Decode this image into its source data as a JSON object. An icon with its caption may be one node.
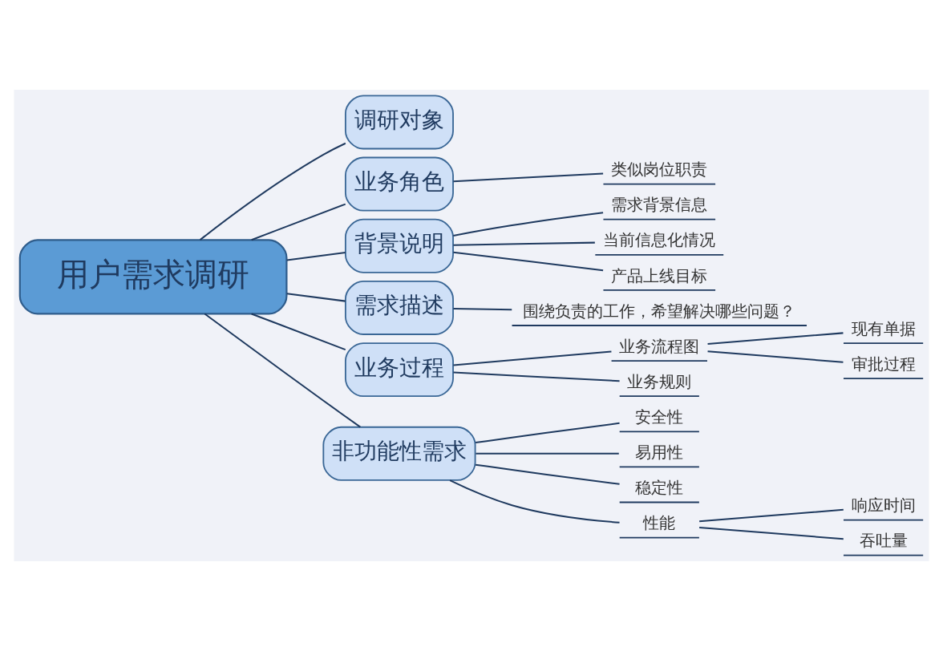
{
  "diagram": {
    "nodes": [
      {
        "text": [
          "用户需求调研"
        ]
      },
      {
        "text": [
          "调研对象"
        ]
      },
      {
        "text": [
          "业务角色"
        ]
      },
      {
        "text": [
          "类似岗位职责"
        ]
      },
      {
        "text": [
          "背景说明"
        ]
      },
      {
        "text": [
          "需求背景信息"
        ]
      },
      {
        "text": [
          "当前信息化情况"
        ]
      },
      {
        "text": [
          "产品上线目标"
        ]
      },
      {
        "text": [
          "需求描述"
        ]
      },
      {
        "text": [
          "围绕负责的工作，希望解决哪些问题？"
        ]
      },
      {
        "text": [
          "业务过程"
        ]
      },
      {
        "text": [
          "业务流程图"
        ]
      },
      {
        "text": [
          "现有单据"
        ]
      },
      {
        "text": [
          "审批过程"
        ]
      },
      {
        "text": [
          "业务规则"
        ]
      },
      {
        "text": [
          "非功能性需求"
        ]
      },
      {
        "text": [
          "安全性"
        ]
      },
      {
        "text": [
          "易用性"
        ]
      },
      {
        "text": [
          "稳定性"
        ]
      },
      {
        "text": [
          "性能"
        ]
      },
      {
        "text": [
          "响应时间"
        ]
      },
      {
        "text": [
          "吞吐量"
        ]
      }
    ],
    "edges": [
      {
        "from": 0,
        "to": 1,
        "arrow": "none"
      },
      {
        "from": 0,
        "to": 2,
        "arrow": "none"
      },
      {
        "from": 2,
        "to": 3,
        "arrow": "none"
      },
      {
        "from": 0,
        "to": 4,
        "arrow": "none"
      },
      {
        "from": 4,
        "to": 5,
        "arrow": "none"
      },
      {
        "from": 4,
        "to": 6,
        "arrow": "none"
      },
      {
        "from": 4,
        "to": 7,
        "arrow": "none"
      },
      {
        "from": 0,
        "to": 8,
        "arrow": "none"
      },
      {
        "from": 8,
        "to": 9,
        "arrow": "none"
      },
      {
        "from": 0,
        "to": 10,
        "arrow": "none"
      },
      {
        "from": 10,
        "to": 11,
        "arrow": "none"
      },
      {
        "from": 11,
        "to": 12,
        "arrow": "none"
      },
      {
        "from": 11,
        "to": 13,
        "arrow": "none"
      },
      {
        "from": 10,
        "to": 14,
        "arrow": "none"
      },
      {
        "from": 0,
        "to": 15,
        "arrow": "none"
      },
      {
        "from": 15,
        "to": 16,
        "arrow": "none"
      },
      {
        "from": 15,
        "to": 17,
        "arrow": "none"
      },
      {
        "from": 15,
        "to": 18,
        "arrow": "none"
      },
      {
        "from": 15,
        "to": 19,
        "arrow": "none"
      },
      {
        "from": 19,
        "to": 20,
        "arrow": "none"
      },
      {
        "from": 19,
        "to": 21,
        "arrow": "none"
      }
    ]
  }
}
